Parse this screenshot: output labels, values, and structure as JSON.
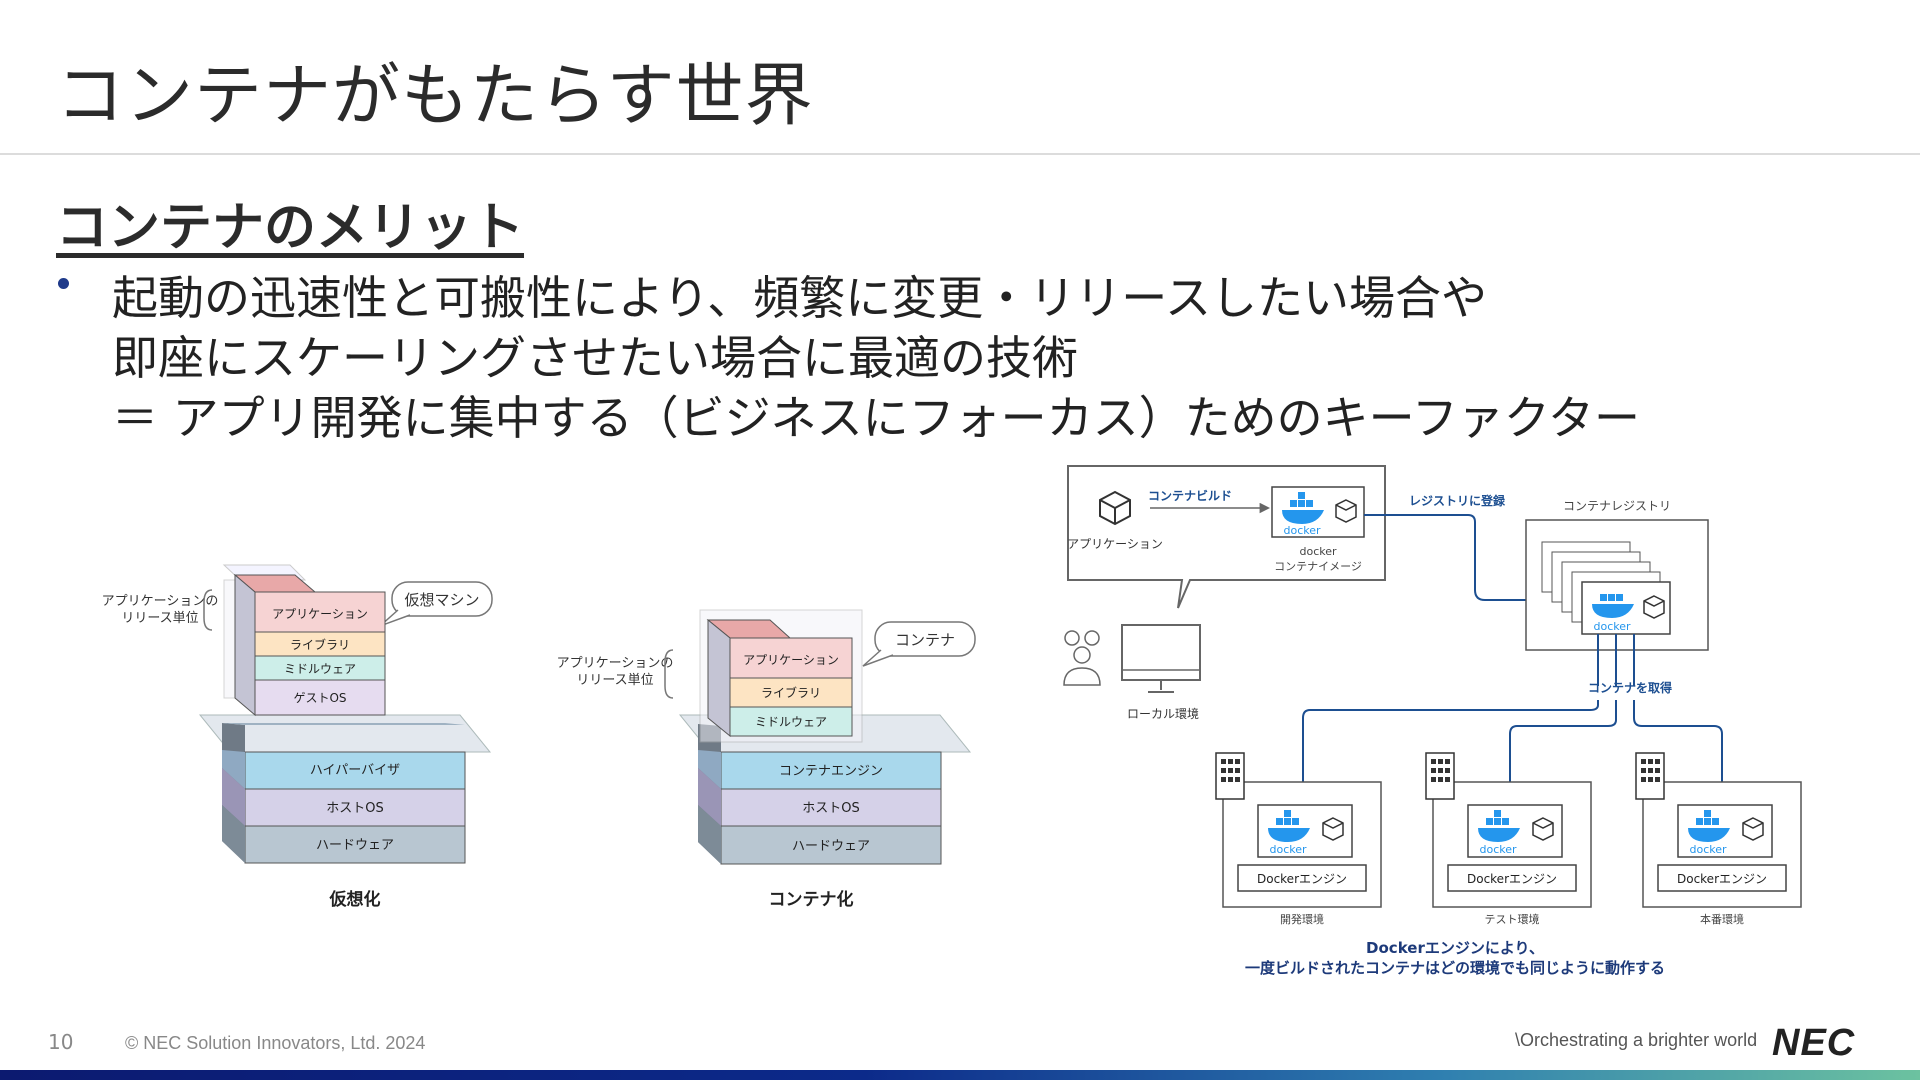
{
  "slide": {
    "title": "コンテナがもたらす世界",
    "section_heading": "コンテナのメリット",
    "bullet_lines": [
      "起動の迅速性と可搬性により、頻繁に変更・リリースしたい場合や",
      "即座にスケーリングさせたい場合に最適の技術",
      "＝ アプリ開発に集中する（ビジネスにフォーカス）ためのキーファクター"
    ]
  },
  "vm_diagram": {
    "unit_label_line1": "アプリケーションの",
    "unit_label_line2": "リリース単位",
    "callout": "仮想マシン",
    "layers_inner": [
      "アプリケーション",
      "ライブラリ",
      "ミドルウェア",
      "ゲストOS"
    ],
    "layers_base": [
      "ハイパーバイザ",
      "ホストOS",
      "ハードウェア"
    ],
    "caption": "仮想化"
  },
  "container_diagram": {
    "unit_label_line1": "アプリケーションの",
    "unit_label_line2": "リリース単位",
    "callout": "コンテナ",
    "layers_inner": [
      "アプリケーション",
      "ライブラリ",
      "ミドルウェア"
    ],
    "layers_base": [
      "コンテナエンジン",
      "ホストOS",
      "ハードウェア"
    ],
    "caption": "コンテナ化"
  },
  "docker_flow": {
    "app_label": "アプリケーション",
    "build_label": "コンテナビルド",
    "docker_word": "docker",
    "image_label_line1": "docker",
    "image_label_line2": "コンテナイメージ",
    "local_env": "ローカル環境",
    "register_label": "レジストリに登録",
    "registry_label": "コンテナレジストリ",
    "pull_label": "コンテナを取得",
    "engine_label": "Dockerエンジン",
    "envs": [
      "開発環境",
      "テスト環境",
      "本番環境"
    ],
    "note_line1": "Dockerエンジンにより、",
    "note_line2": "一度ビルドされたコンテナはどの環境でも同じように動作する"
  },
  "footer": {
    "page_number": "10",
    "copyright": "© NEC Solution Innovators, Ltd. 2024",
    "tagline": "\\Orchestrating a brighter world",
    "logo": "NEC"
  },
  "colors": {
    "accent_blue": "#1f3a8a",
    "docker_blue": "#2496ed",
    "flow_arrow": "#1d4f91",
    "layer_app": "#f6d3d3",
    "layer_lib": "#fde4c3",
    "layer_mw": "#cdeee9",
    "layer_guest": "#e6dcf0",
    "layer_hyper": "#a9d8ec",
    "layer_host": "#d5d1e8",
    "layer_hw": "#b8c6d1"
  }
}
